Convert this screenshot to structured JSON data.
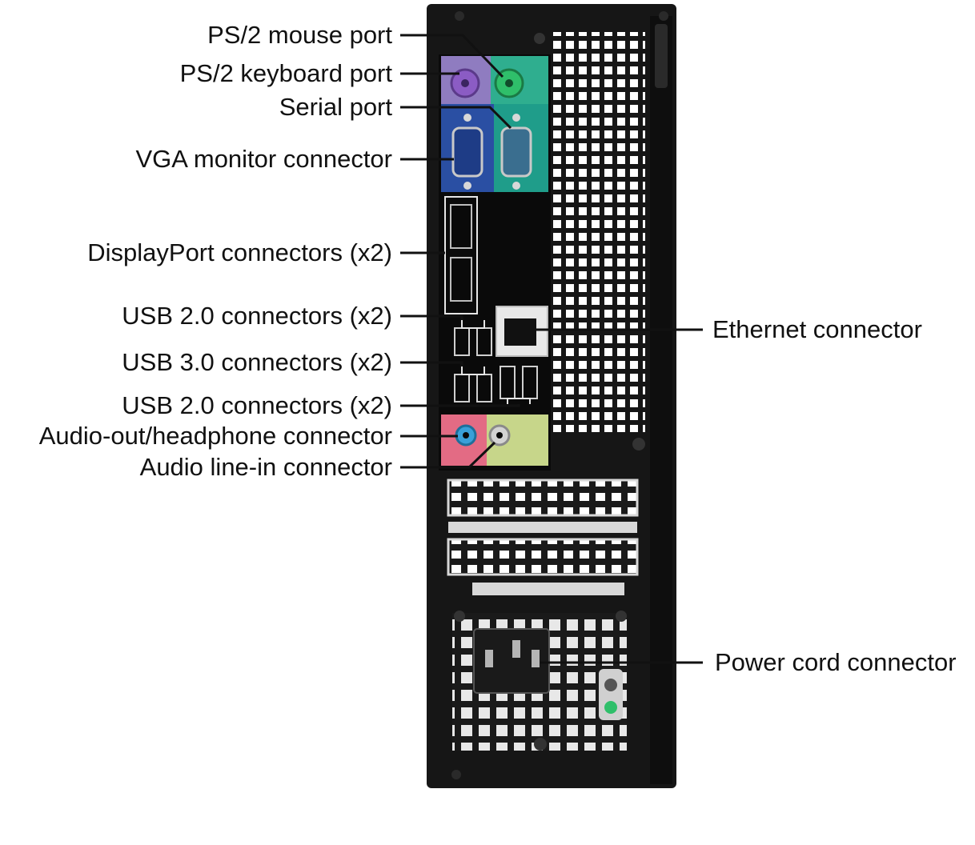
{
  "labels": {
    "ps2_mouse": "PS/2 mouse port",
    "ps2_keyboard": "PS/2 keyboard port",
    "serial": "Serial port",
    "vga": "VGA monitor connector",
    "displayport": "DisplayPort connectors (x2)",
    "usb20_top": "USB 2.0 connectors (x2)",
    "usb30": "USB 3.0 connectors (x2)",
    "usb20_bottom": "USB 2.0 connectors (x2)",
    "audio_out": "Audio-out/headphone connector",
    "audio_in": "Audio line-in connector",
    "ethernet": "Ethernet connector",
    "power": "Power cord connector"
  },
  "colors": {
    "chassis": "#161616",
    "ps2_panel": "#2fae8f",
    "ps2_keyboard": "#8b5cc4",
    "vga_panel": "#2a4fa3",
    "serial_panel": "#1f9d8a",
    "audio_out_panel": "#e36b84",
    "audio_in_panel": "#c7d68a",
    "audio_out_jack": "#3aa0d8",
    "leader": "#111111"
  }
}
